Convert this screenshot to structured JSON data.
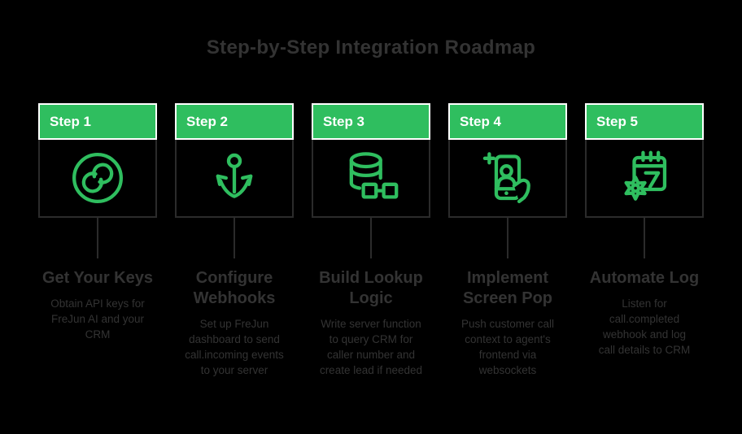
{
  "title": "Step-by-Step Integration Roadmap",
  "colors": {
    "background": "#000000",
    "accent_green": "#2fbe5f",
    "header_border": "#ffffff",
    "header_text": "#ffffff",
    "muted_text": "#333333",
    "box_border": "#2b2b2b"
  },
  "steps": [
    {
      "label": "Step 1",
      "icon": "auth-rings-icon",
      "heading": "Get Your Keys",
      "description": "Obtain API keys for\nFreJun AI and your\nCRM"
    },
    {
      "label": "Step 2",
      "icon": "anchor-webhook-icon",
      "heading": "Configure\nWebhooks",
      "description": "Set up FreJun\ndashboard to send\ncall.incoming events\nto your server"
    },
    {
      "label": "Step 3",
      "icon": "database-lookup-icon",
      "heading": "Build Lookup\nLogic",
      "description": "Write server function\nto query CRM for\ncaller number and\ncreate lead if needed"
    },
    {
      "label": "Step 4",
      "icon": "screen-pop-icon",
      "heading": "Implement\nScreen Pop",
      "description": "Push customer call\ncontext to agent's\nfrontend via\nwebsockets"
    },
    {
      "label": "Step 5",
      "icon": "calendar-automation-icon",
      "heading": "Automate Log",
      "description": "Listen for\ncall.completed\nwebhook and log\ncall details to CRM"
    }
  ]
}
